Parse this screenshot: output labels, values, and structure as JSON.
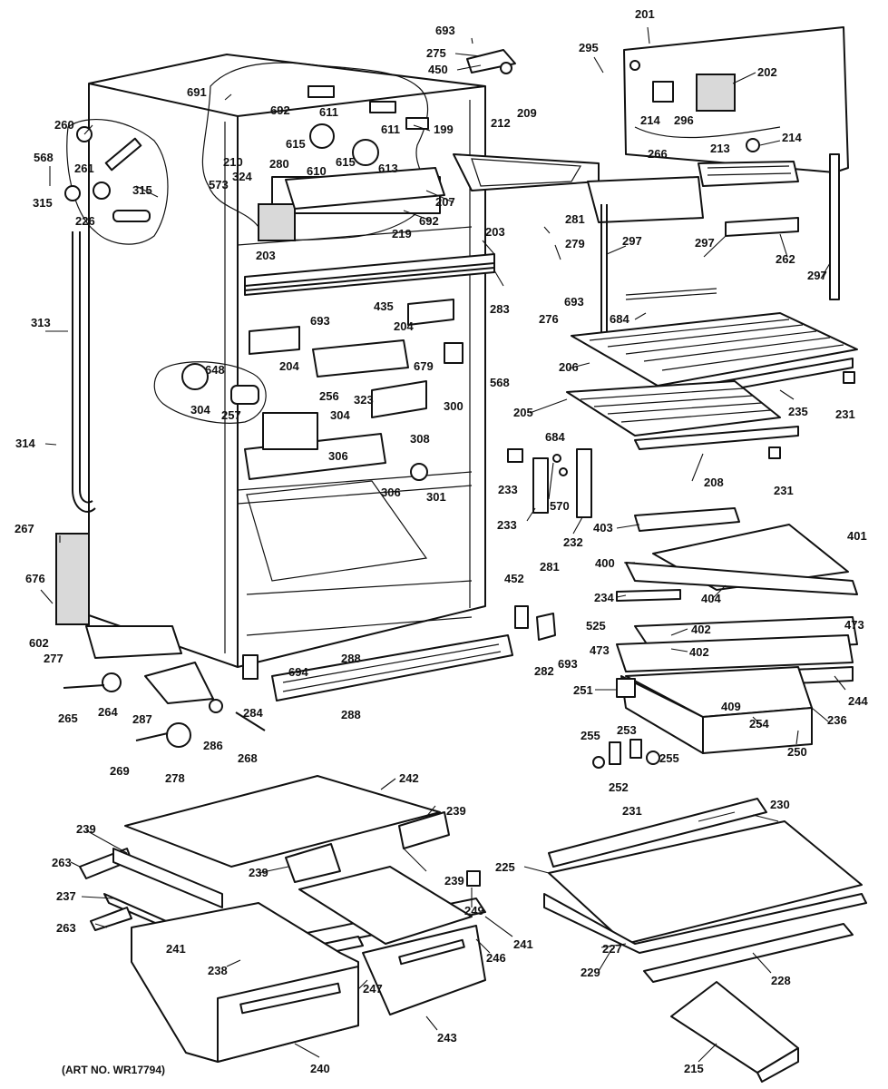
{
  "diagram": {
    "art_number": "(ART NO. WR17794)",
    "labels": {
      "l201": "201",
      "l693a": "693",
      "l275": "275",
      "l450": "450",
      "l295": "295",
      "l202": "202",
      "l214a": "214",
      "l296": "296",
      "l213": "213",
      "l214b": "214",
      "l266": "266",
      "l691": "691",
      "l692a": "692",
      "l611a": "611",
      "l611b": "611",
      "l199": "199",
      "l615a": "615",
      "l615b": "615",
      "l610": "610",
      "l613": "613",
      "l260": "260",
      "l261": "261",
      "l568a": "568",
      "l210": "210",
      "l280": "280",
      "l573": "573",
      "l324": "324",
      "l315a": "315",
      "l315b": "315",
      "l226": "226",
      "l207": "207",
      "l692b": "692",
      "l212": "212",
      "l209": "209",
      "l281a": "281",
      "l279": "279",
      "l297a": "297",
      "l297b": "297",
      "l297c": "297",
      "l262": "262",
      "l203a": "203",
      "l203b": "203",
      "l219": "219",
      "l283": "283",
      "l276": "276",
      "l693b": "693",
      "l313": "313",
      "l435": "435",
      "l693c": "693",
      "l204a": "204",
      "l204b": "204",
      "l684a": "684",
      "l206": "206",
      "l679": "679",
      "l648": "648",
      "l256": "256",
      "l323": "323",
      "l300": "300",
      "l568b": "568",
      "l235": "235",
      "l231a": "231",
      "l205": "205",
      "l304a": "304",
      "l257": "257",
      "l304b": "304",
      "l308": "308",
      "l314": "314",
      "l306a": "306",
      "l306b": "306",
      "l684b": "684",
      "l208": "208",
      "l231b": "231",
      "l301": "301",
      "l233a": "233",
      "l570": "570",
      "l233b": "233",
      "l232": "232",
      "l267": "267",
      "l403": "403",
      "l401": "401",
      "l400": "400",
      "l676": "676",
      "l281b": "281",
      "l452": "452",
      "l404": "404",
      "l234": "234",
      "l525": "525",
      "l402a": "402",
      "l473a": "473",
      "l602": "602",
      "l277": "277",
      "l288a": "288",
      "l694": "694",
      "l282": "282",
      "l693d": "693",
      "l473b": "473",
      "l402b": "402",
      "l251": "251",
      "l409": "409",
      "l244": "244",
      "l236": "236",
      "l265": "265",
      "l264": "264",
      "l287": "287",
      "l288b": "288",
      "l284": "284",
      "l254": "254",
      "l286": "286",
      "l253": "253",
      "l255a": "255",
      "l255b": "255",
      "l250": "250",
      "l268": "268",
      "l269": "269",
      "l278": "278",
      "l252": "252",
      "l242": "242",
      "l231c": "231",
      "l230": "230",
      "l239a": "239",
      "l239b": "239",
      "l239c": "239",
      "l239d": "239",
      "l263a": "263",
      "l263b": "263",
      "l237": "237",
      "l225": "225",
      "l249": "249",
      "l241a": "241",
      "l241b": "241",
      "l246": "246",
      "l238": "238",
      "l247": "247",
      "l227": "227",
      "l229": "229",
      "l228": "228",
      "l243": "243",
      "l240": "240",
      "l215": "215"
    }
  }
}
